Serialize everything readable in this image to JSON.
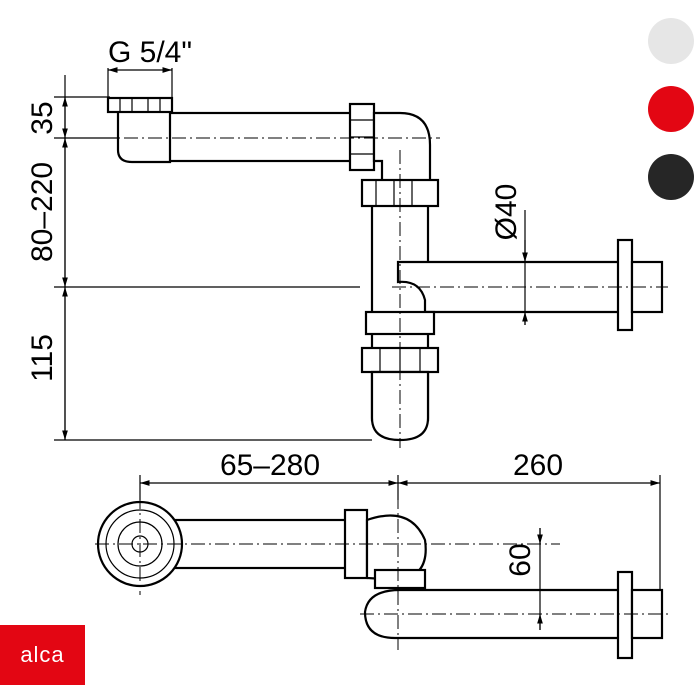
{
  "drawing": {
    "thread_label": "G 5/4\"",
    "dim_top": "35",
    "dim_adjust_height": "80–220",
    "dim_bottom": "115",
    "dim_diameter": "Ø40",
    "dim_horizontal": "65–280",
    "dim_outlet": "260",
    "dim_offset": "60"
  },
  "color_options": [
    {
      "name": "white",
      "color": "#e6e6e6"
    },
    {
      "name": "red",
      "color": "#e30613"
    },
    {
      "name": "black",
      "color": "#262626"
    }
  ],
  "brand": {
    "logo_text": "alca",
    "color": "#e30613"
  }
}
